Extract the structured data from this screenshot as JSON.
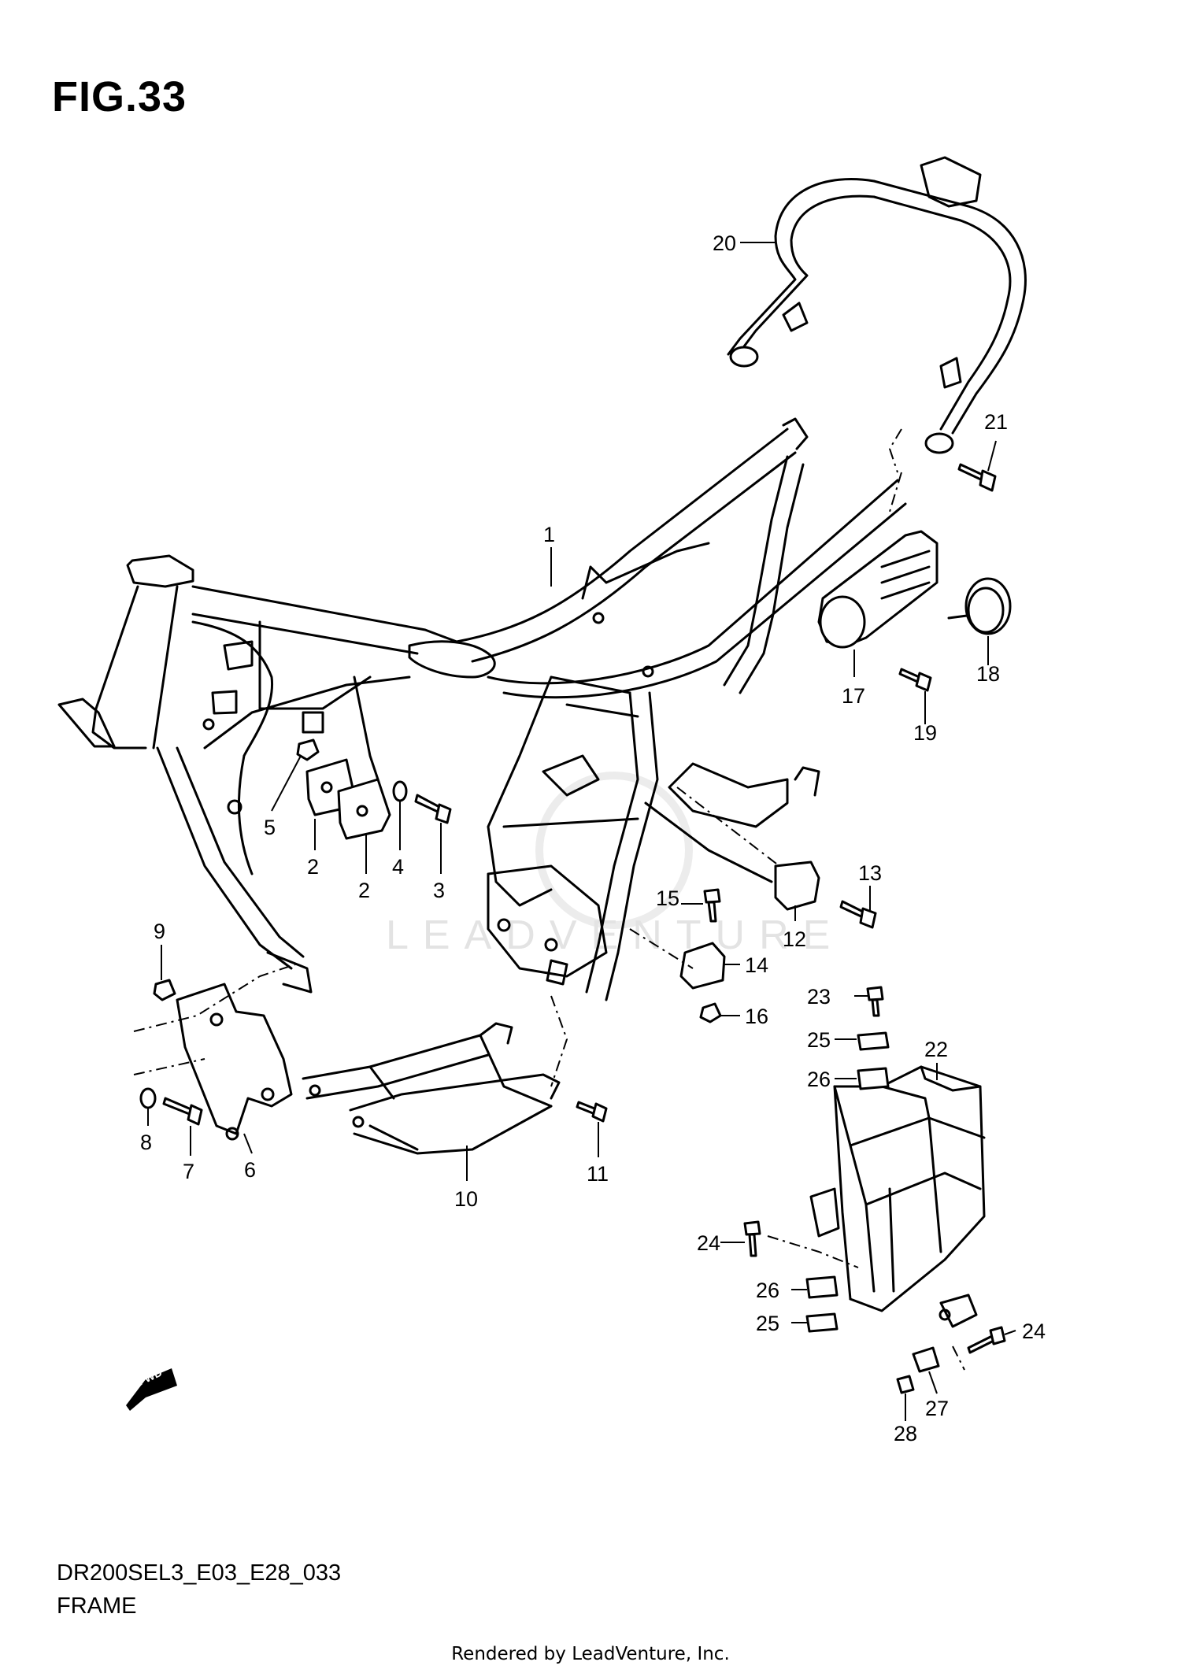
{
  "figure": {
    "title": "FIG.33",
    "doc_code": "DR200SEL3_E03_E28_033",
    "name": "FRAME"
  },
  "watermark": "LEADVENTURE",
  "fwd_label": "FWD",
  "footer": "Rendered by LeadVenture, Inc.",
  "callouts": [
    "1",
    "2",
    "2",
    "3",
    "4",
    "5",
    "6",
    "7",
    "8",
    "9",
    "10",
    "11",
    "12",
    "13",
    "14",
    "15",
    "16",
    "17",
    "18",
    "19",
    "20",
    "21",
    "22",
    "23",
    "24",
    "24",
    "25",
    "25",
    "26",
    "26",
    "27",
    "28"
  ]
}
